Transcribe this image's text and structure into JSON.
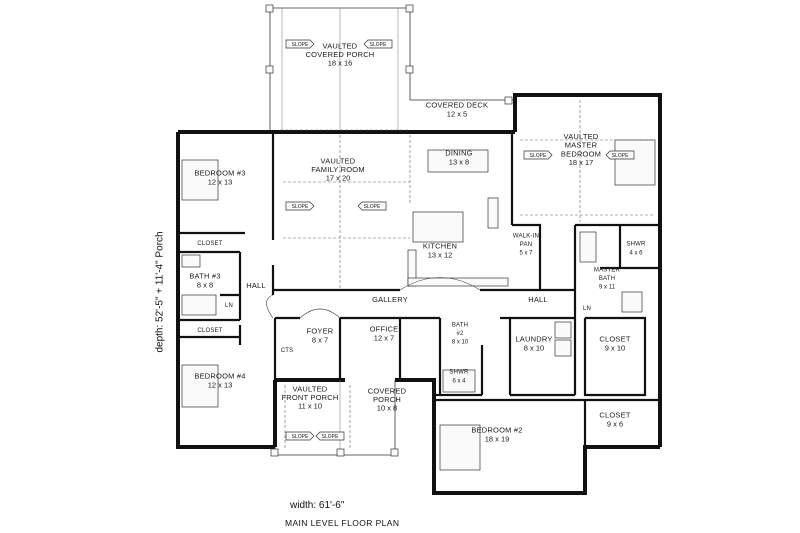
{
  "rooms": {
    "porch_back": {
      "name": [
        "VAULTED",
        "COVERED PORCH"
      ],
      "dim": "18 x 16"
    },
    "deck": {
      "name": [
        "COVERED DECK"
      ],
      "dim": "12 x 5"
    },
    "master": {
      "name": [
        "VAULTED",
        "MASTER",
        "BEDROOM"
      ],
      "dim": "18 x 17"
    },
    "bed3": {
      "name": [
        "BEDROOM #3"
      ],
      "dim": "12 x 13"
    },
    "family": {
      "name": [
        "VAULTED",
        "FAMILY ROOM"
      ],
      "dim": "17 x 20"
    },
    "dining": {
      "name": [
        "DINING"
      ],
      "dim": "13 x 8"
    },
    "kitchen": {
      "name": [
        "KITCHEN"
      ],
      "dim": "13 x 12"
    },
    "walkin": {
      "name": [
        "WALK-IN",
        "PAN"
      ],
      "dim": "5 x 7"
    },
    "shwr_master": {
      "name": [
        "SHWR"
      ],
      "dim": "4 x 6"
    },
    "master_bath": {
      "name": [
        "MASTER",
        "BATH"
      ],
      "dim": "9 x 11"
    },
    "closet1": {
      "name": [
        "CLOSET"
      ]
    },
    "bath3": {
      "name": [
        "BATH #3"
      ],
      "dim": "8 x 8"
    },
    "ln1": {
      "name": [
        "LN"
      ]
    },
    "hall_left": {
      "name": [
        "HALL"
      ]
    },
    "gallery": {
      "name": [
        "GALLERY"
      ]
    },
    "hall_right": {
      "name": [
        "HALL"
      ]
    },
    "closet2": {
      "name": [
        "CLOSET"
      ]
    },
    "ln2": {
      "name": [
        "LN"
      ]
    },
    "foyer": {
      "name": [
        "FOYER"
      ],
      "dim": "8 x 7"
    },
    "cts": {
      "name": [
        "CTS"
      ]
    },
    "office": {
      "name": [
        "OFFICE"
      ],
      "dim": "12 x 7"
    },
    "bath2": {
      "name": [
        "BATH",
        "#2"
      ],
      "dim": "8 x 10"
    },
    "shwr2": {
      "name": [
        "SHWR"
      ],
      "dim": "6 x 4"
    },
    "laundry": {
      "name": [
        "LAUNDRY"
      ],
      "dim": "8 x 10"
    },
    "closet_mb": {
      "name": [
        "CLOSET"
      ],
      "dim": "9 x 10"
    },
    "bed4": {
      "name": [
        "BEDROOM #4"
      ],
      "dim": "12 x 13"
    },
    "front_porch": {
      "name": [
        "VAULTED",
        "FRONT PORCH"
      ],
      "dim": "11 x 10"
    },
    "covered_porch": {
      "name": [
        "COVERED",
        "PORCH"
      ],
      "dim": "10 x 8"
    },
    "bed2": {
      "name": [
        "BEDROOM #2"
      ],
      "dim": "18 x 19"
    },
    "closet_b2": {
      "name": [
        "CLOSET"
      ],
      "dim": "9 x 6"
    }
  },
  "slope_label": "SLOPE",
  "width_label": "width: 61'-6\"",
  "depth_label": "depth: 52'-5\" + 11'-4\" Porch",
  "plan_title": "MAIN LEVEL FLOOR PLAN"
}
